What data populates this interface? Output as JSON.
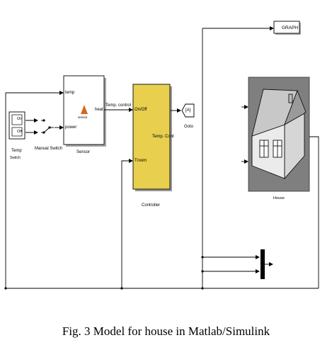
{
  "colors": {
    "line": "#000000",
    "controller_fill": "#e8cf4e",
    "house_bg": "#7f7f7f",
    "house_body": "#ebebeb",
    "block_bg": "#ffffff"
  },
  "blocks": {
    "graph": {
      "label": "GRAPH"
    },
    "temp_switch": {
      "port_on": "On",
      "port_off": "Off",
      "name_line1": "Temp",
      "name_line2": "Switch"
    },
    "manual_switch": {
      "name": "Manual Switch"
    },
    "sensor": {
      "in_temp": "temp",
      "in_power": "power",
      "out_heat": "heat",
      "inner": "sensor",
      "name": "Sensor"
    },
    "controller": {
      "in_onoff": "On/Off",
      "in_troom": "Troom",
      "out_tempcont": "Temp. Cont",
      "name": "Controller"
    },
    "goto": {
      "tag": "[A]",
      "name": "Goto"
    },
    "house": {
      "name": "House"
    }
  },
  "signals": {
    "temp_control": "Temp. control"
  },
  "caption": "Fig. 3 Model for house in Matlab/Simulink"
}
